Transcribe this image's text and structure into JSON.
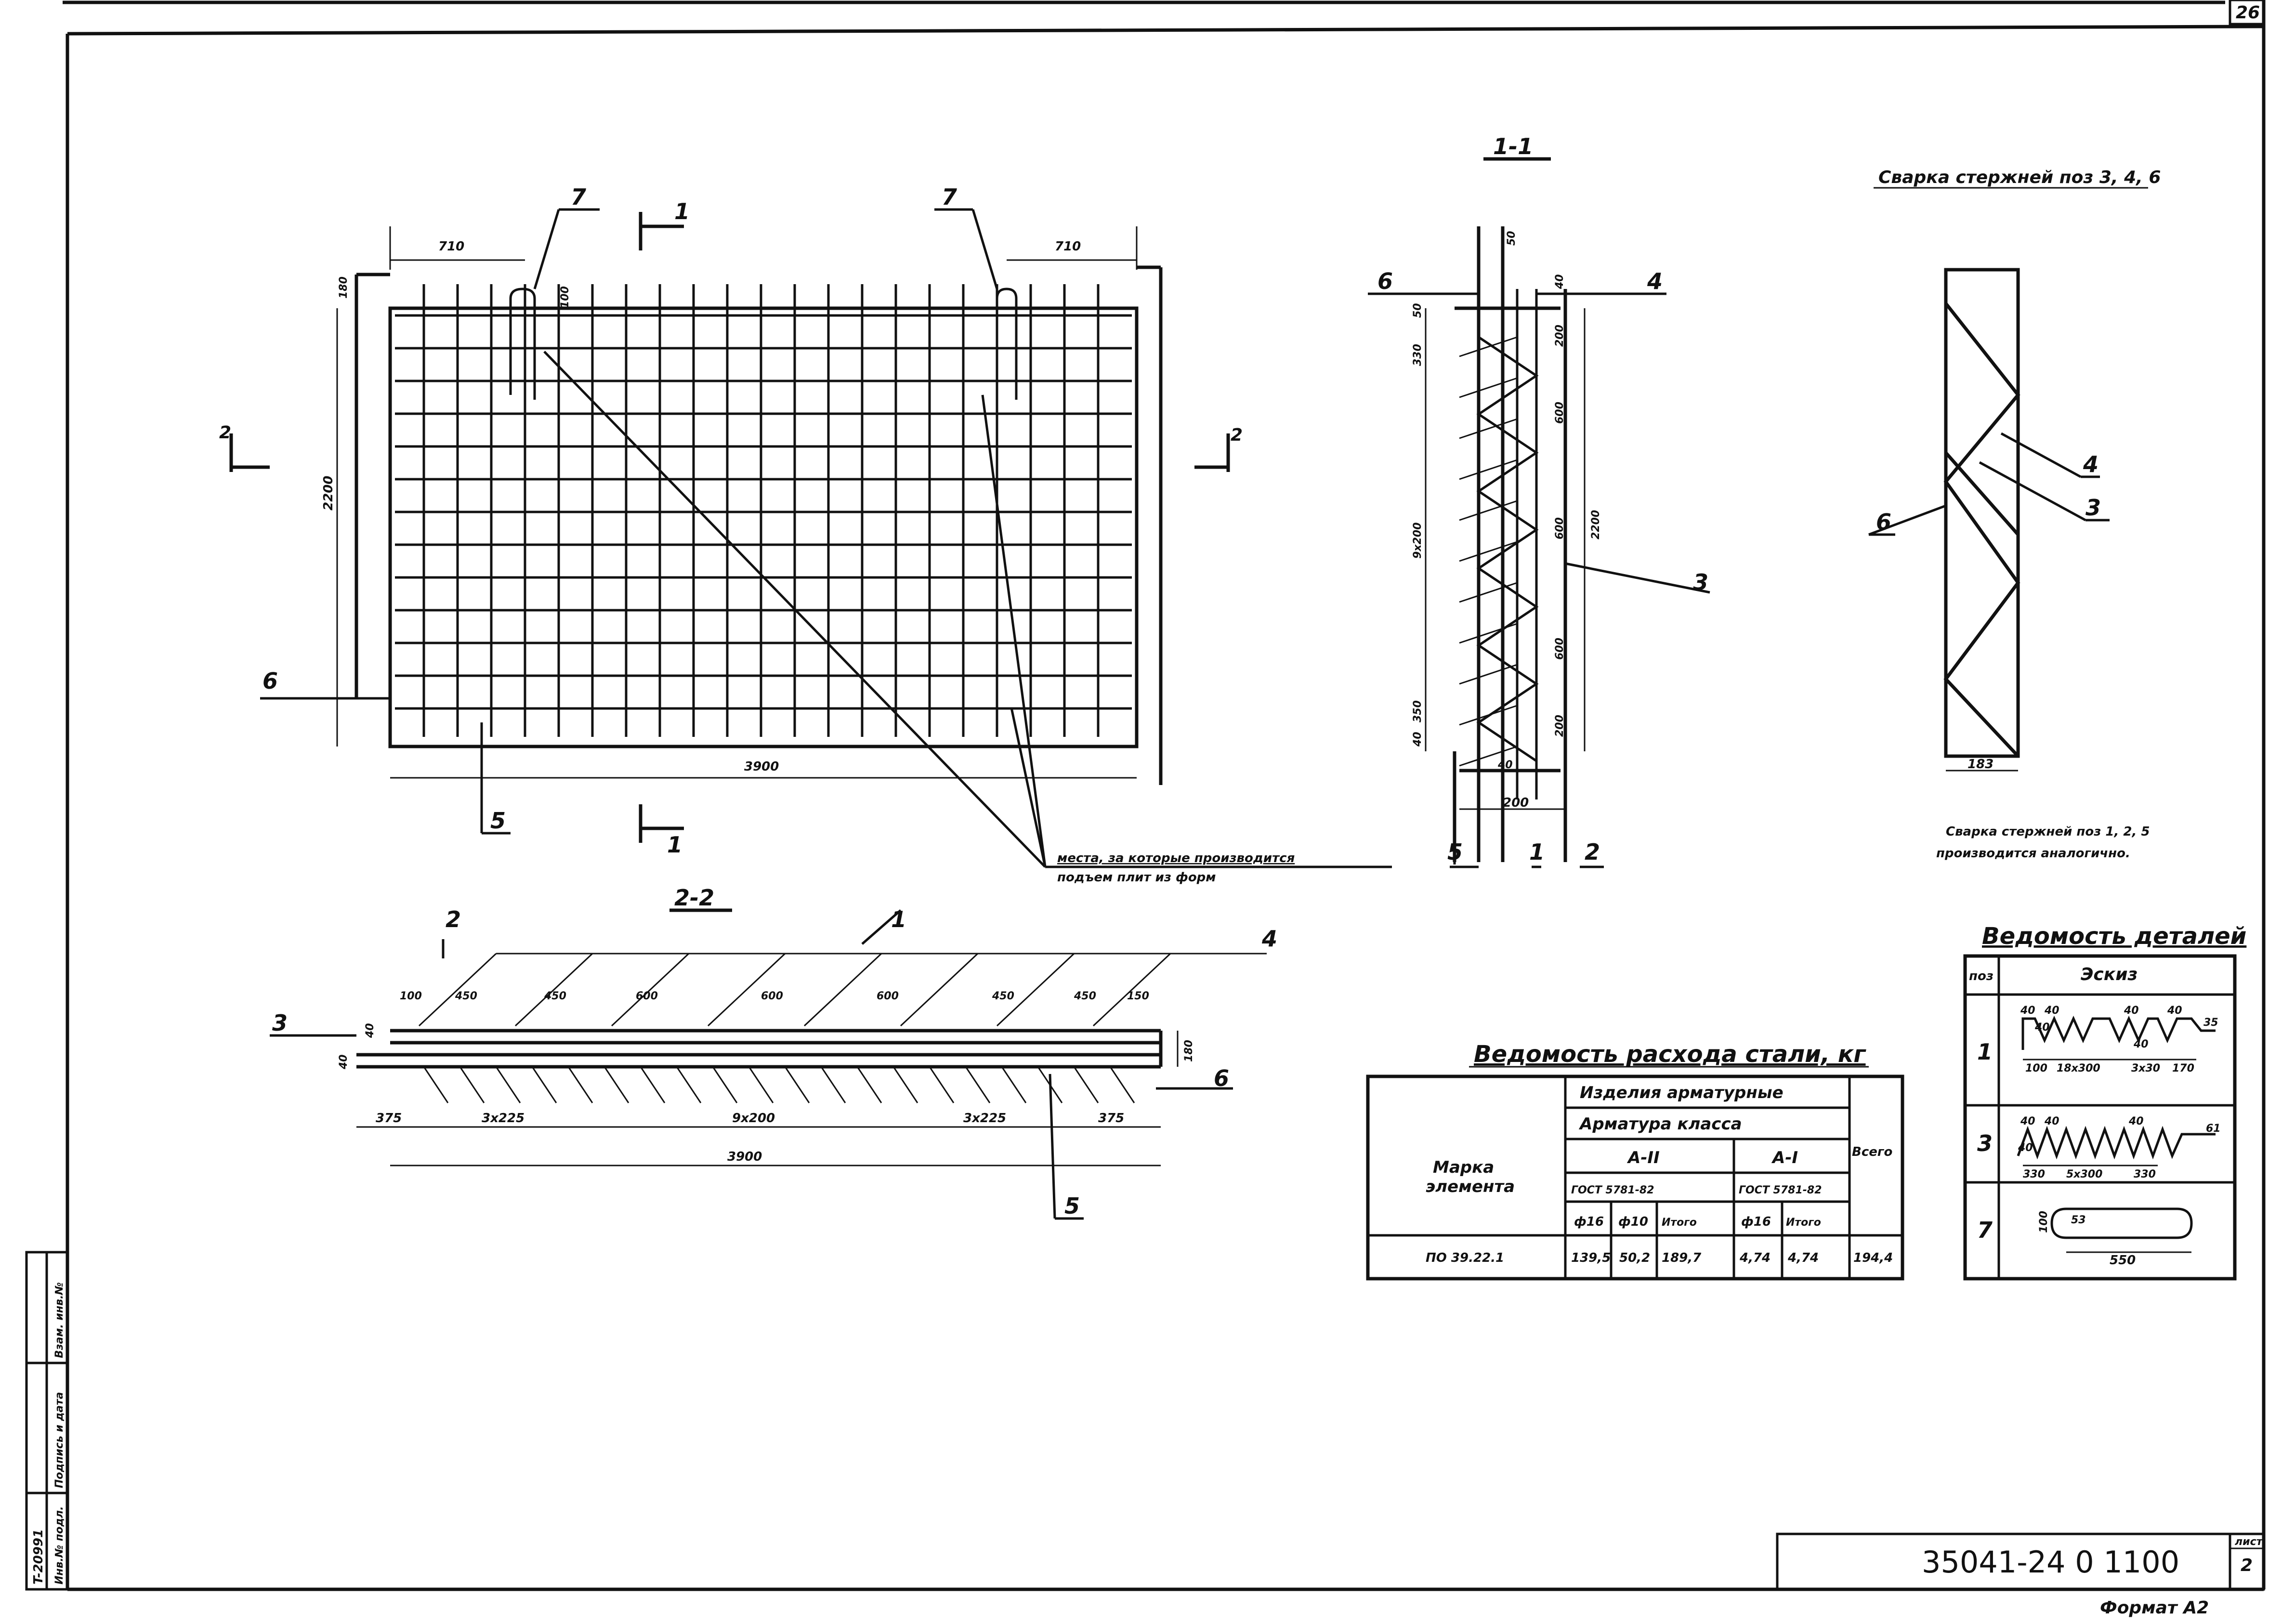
{
  "sheet": {
    "page_number_top": "26",
    "format_label": "Формат А2",
    "sheet_label": "лист",
    "sheet_number": "2",
    "doc_code": "35041-24 0 1100",
    "side_stamp": [
      "T-20991",
      "Инв.№ подл.",
      "Подпись и дата",
      "Взам. инв.№"
    ]
  },
  "plan_view": {
    "dims": {
      "d710_left": "710",
      "d710_right": "710",
      "d180": "180",
      "d100": "100",
      "d2200": "2200",
      "d3900": "3900"
    },
    "marks": {
      "pos7_left": "7",
      "pos7_right": "7",
      "pos6": "6",
      "pos5": "5",
      "cut1_top": "1",
      "cut1_bottom": "1",
      "cut2_left": "2",
      "cut2_right": "2"
    },
    "lifting_note": [
      "места, за которые производится",
      "подъем плит из форм"
    ]
  },
  "section_1_1": {
    "title": "1-1",
    "dims": [
      "50",
      "50",
      "40",
      "200",
      "330",
      "600",
      "9x200",
      "600",
      "2200",
      "600",
      "350",
      "40",
      "200",
      "40",
      "200"
    ],
    "marks": {
      "pos6": "6",
      "pos4": "4",
      "pos3": "3",
      "pos5": "5",
      "pos1": "1",
      "pos2": "2"
    }
  },
  "section_2_2": {
    "title": "2-2",
    "top_dims": [
      "100",
      "450",
      "450",
      "600",
      "600",
      "600",
      "450",
      "450",
      "150"
    ],
    "bottom_dims": [
      "375",
      "3x225",
      "9x200",
      "3x225",
      "375"
    ],
    "total": "3900",
    "left_dims": [
      "40",
      "40"
    ],
    "right_dim": "180",
    "marks": {
      "pos2": "2",
      "pos1": "1",
      "pos4": "4",
      "pos3": "3",
      "pos6": "6",
      "pos5": "5"
    }
  },
  "weld_detail": {
    "title": "Сварка стержней поз 3, 4, 6",
    "width_dim": "183",
    "marks": {
      "pos4": "4",
      "pos3": "3",
      "pos6": "6"
    },
    "note": [
      "Сварка стержней поз 1, 2, 5",
      "производится аналогично."
    ]
  },
  "steel_table": {
    "title": "Ведомость расхода стали, кг",
    "col_mark": [
      "Марка",
      "элемента"
    ],
    "group": "Изделия арматурные",
    "class_header": "Арматура класса",
    "class_A2": "А-II",
    "class_A1": "А-I",
    "gost_A2": "ГОСТ 5781-82",
    "gost_A1": "ГОСТ 5781-82",
    "total_header": "Всего",
    "sub_headers": [
      "ф16",
      "ф10",
      "Итого",
      "ф16",
      "Итого"
    ],
    "rows": [
      {
        "mark": "ПО 39.22.1",
        "values": [
          "139,5",
          "50,2",
          "189,7",
          "4,74",
          "4,74",
          "194,4"
        ]
      }
    ]
  },
  "details_table": {
    "title": "Ведомость деталей",
    "col_pos": "поз",
    "col_sketch": "Эскиз",
    "rows": [
      {
        "pos": "1",
        "dims": [
          "40",
          "40",
          "40",
          "40",
          "40",
          "40",
          "100",
          "18x300",
          "3x30",
          "170",
          "35"
        ]
      },
      {
        "pos": "3",
        "dims": [
          "40",
          "40",
          "40",
          "40",
          "330",
          "5x300",
          "330",
          "61"
        ]
      },
      {
        "pos": "7",
        "dims": [
          "100",
          "53",
          "550"
        ]
      }
    ]
  }
}
